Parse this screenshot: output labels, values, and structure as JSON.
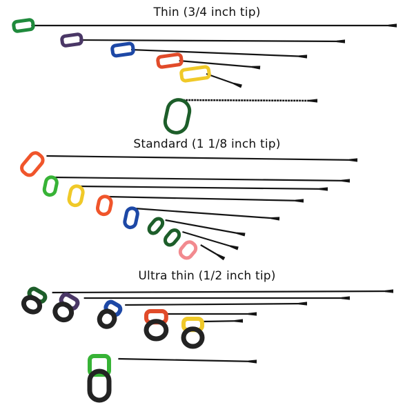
{
  "headings": {
    "thin": "Thin (3/4 inch tip)",
    "standard": "Standard (1 1/8 inch tip)",
    "ultra": "Ultra thin (1/2 inch tip)"
  },
  "colors": {
    "rod": "#141414",
    "green": "#1f8a3c",
    "dark_green": "#1d5e2a",
    "purple": "#4a3766",
    "blue": "#1d48a6",
    "red": "#e14b2a",
    "orange": "#f0552b",
    "yellow": "#f0c928",
    "lime": "#37b336",
    "pink": "#f28a8f",
    "black_handle": "#232323"
  },
  "groups": {
    "thin": [
      {
        "color": "green",
        "bend": "straight"
      },
      {
        "color": "purple",
        "bend": "straight"
      },
      {
        "color": "blue",
        "bend": "straight"
      },
      {
        "color": "red",
        "bend": "straight"
      },
      {
        "color": "yellow",
        "bend": "straight"
      },
      {
        "color": "dark_green",
        "bend": "twisted"
      }
    ],
    "standard": [
      {
        "color": "orange"
      },
      {
        "color": "lime"
      },
      {
        "color": "yellow"
      },
      {
        "color": "orange"
      },
      {
        "color": "blue"
      },
      {
        "color": "dark_green"
      },
      {
        "color": "dark_green"
      },
      {
        "color": "pink"
      }
    ],
    "ultra": [
      {
        "color": "dark_green"
      },
      {
        "color": "purple"
      },
      {
        "color": "blue"
      },
      {
        "color": "red"
      },
      {
        "color": "yellow"
      },
      {
        "color": "lime"
      }
    ]
  }
}
